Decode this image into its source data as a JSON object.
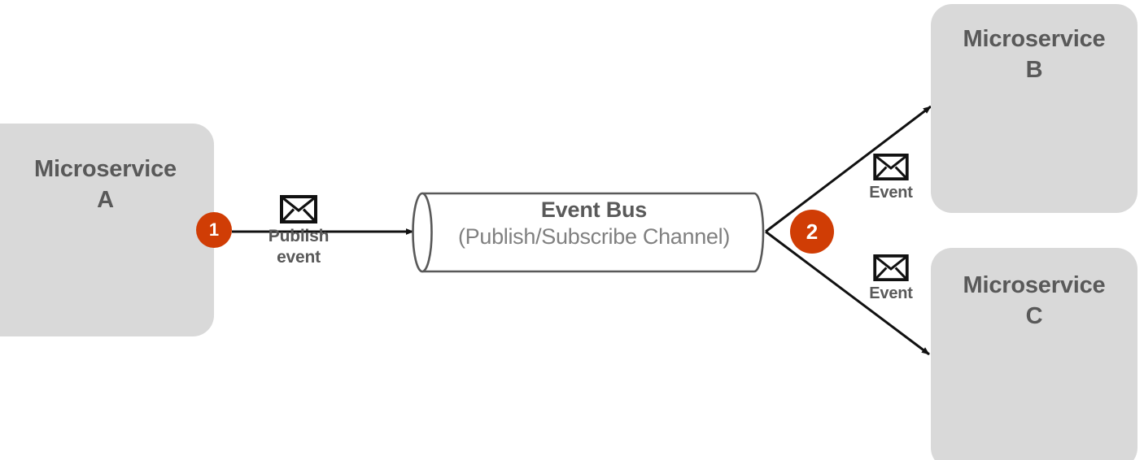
{
  "diagram": {
    "title": "Event Bus publish/subscribe between microservices",
    "colors": {
      "box_fill": "#D9D9D9",
      "text_gray": "#595959",
      "subtitle_gray": "#808080",
      "badge_orange": "#D03D05",
      "stroke": "#1A1A1A",
      "cylinder_stroke": "#595959",
      "background": "#FFFFFF"
    }
  },
  "nodes": {
    "microservice_a": {
      "label": "Microservice\nA"
    },
    "microservice_b": {
      "label": "Microservice\nB"
    },
    "microservice_c": {
      "label": "Microservice\nC"
    },
    "event_bus": {
      "title": "Event Bus",
      "subtitle": "(Publish/Subscribe Channel)"
    }
  },
  "steps": [
    {
      "number": "1"
    },
    {
      "number": "2"
    }
  ],
  "edges": {
    "publish": {
      "caption": "Publish\nevent",
      "icon": "envelope-icon"
    },
    "to_b": {
      "caption": "Event",
      "icon": "envelope-icon"
    },
    "to_c": {
      "caption": "Event",
      "icon": "envelope-icon"
    }
  }
}
